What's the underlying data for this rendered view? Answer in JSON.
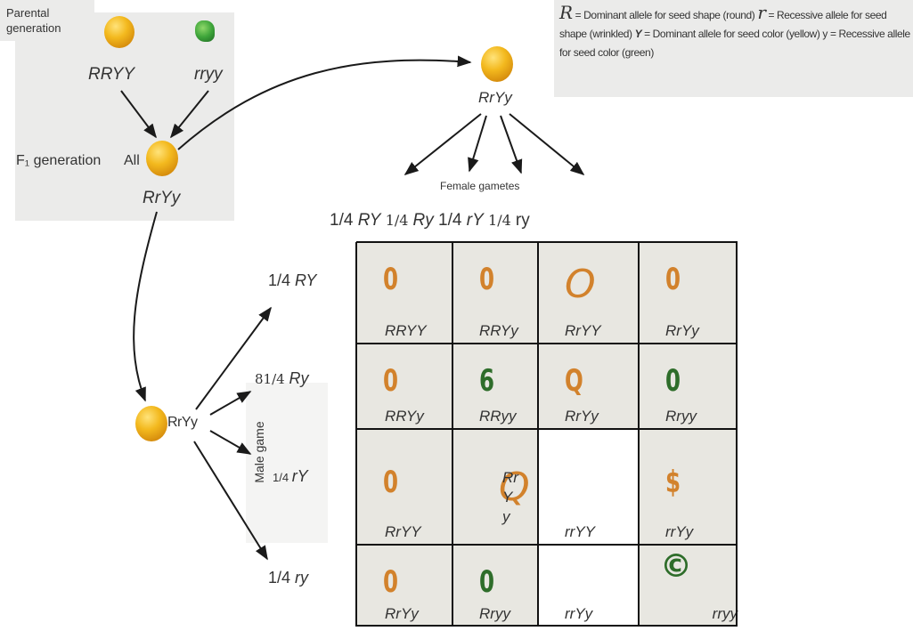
{
  "legend": {
    "r_upper": "R",
    "line1_rest": " = Dominant allele for seed shape (round) ",
    "r_lower": "r",
    "line1_tail": " = Recessive allele for seed shape (wrinkled) ",
    "y_upper": "Y",
    "line2_tail": " = Dominant allele for seed color (yellow) y = Recessive allele for seed color (green)"
  },
  "parental": {
    "label": "Parental generation",
    "parent1": "RRYY",
    "parent2": "rryy"
  },
  "f1": {
    "label": "F₁ generation",
    "all": "All",
    "genotype": "RrYy"
  },
  "female": {
    "genotype": "RrYy",
    "label": "Female gametes",
    "header": [
      {
        "frac": "1/4 ",
        "allele": "RY"
      },
      {
        "frac": "1/4 ",
        "allele": "Ry"
      },
      {
        "frac": "1/4 ",
        "allele": "rY"
      },
      {
        "frac": "1/4 ",
        "allele": "ry"
      }
    ]
  },
  "male": {
    "genotype": "RrYy",
    "label": "Male game",
    "rows": [
      {
        "frac": "1/4 ",
        "allele": "RY"
      },
      {
        "frac": "81/4 ",
        "allele": "Ry"
      },
      {
        "frac": "1/4 ",
        "allele": "rY"
      },
      {
        "frac": "1/4 ",
        "allele": "ry"
      }
    ]
  },
  "punnett": [
    {
      "sym": "0",
      "color": "yellow",
      "geno": "RRYY"
    },
    {
      "sym": "0",
      "color": "yellow",
      "geno": "RRYy"
    },
    {
      "sym": "O",
      "color": "yellow",
      "geno": "RrYY"
    },
    {
      "sym": "0",
      "color": "yellow",
      "geno": "RrYy"
    },
    {
      "sym": "0",
      "color": "yellow",
      "geno": "RRYy"
    },
    {
      "sym": "6",
      "color": "green",
      "geno": "RRyy"
    },
    {
      "sym": "Q",
      "color": "yellow",
      "geno": "RrYy"
    },
    {
      "sym": "0",
      "color": "green",
      "geno": "Rryy"
    },
    {
      "sym": "0",
      "color": "yellow",
      "geno": "RrYY"
    },
    {
      "sym": "Q",
      "color": "yellow",
      "geno": "RrYy"
    },
    {
      "sym": "",
      "color": "yellow",
      "geno": "rrYY"
    },
    {
      "sym": "$",
      "color": "yellow",
      "geno": "rrYy"
    },
    {
      "sym": "0",
      "color": "yellow",
      "geno": "RrYy"
    },
    {
      "sym": "0",
      "color": "green",
      "geno": "Rryy"
    },
    {
      "sym": "",
      "color": "yellow",
      "geno": "rrYy"
    },
    {
      "sym": "©",
      "color": "green",
      "geno": "rryy"
    }
  ],
  "colors": {
    "yellow_seed": "#d2822c",
    "green_seed": "#2e6d2a",
    "cell_bg": "#e8e7e1",
    "panel_bg": "#ebebea"
  }
}
